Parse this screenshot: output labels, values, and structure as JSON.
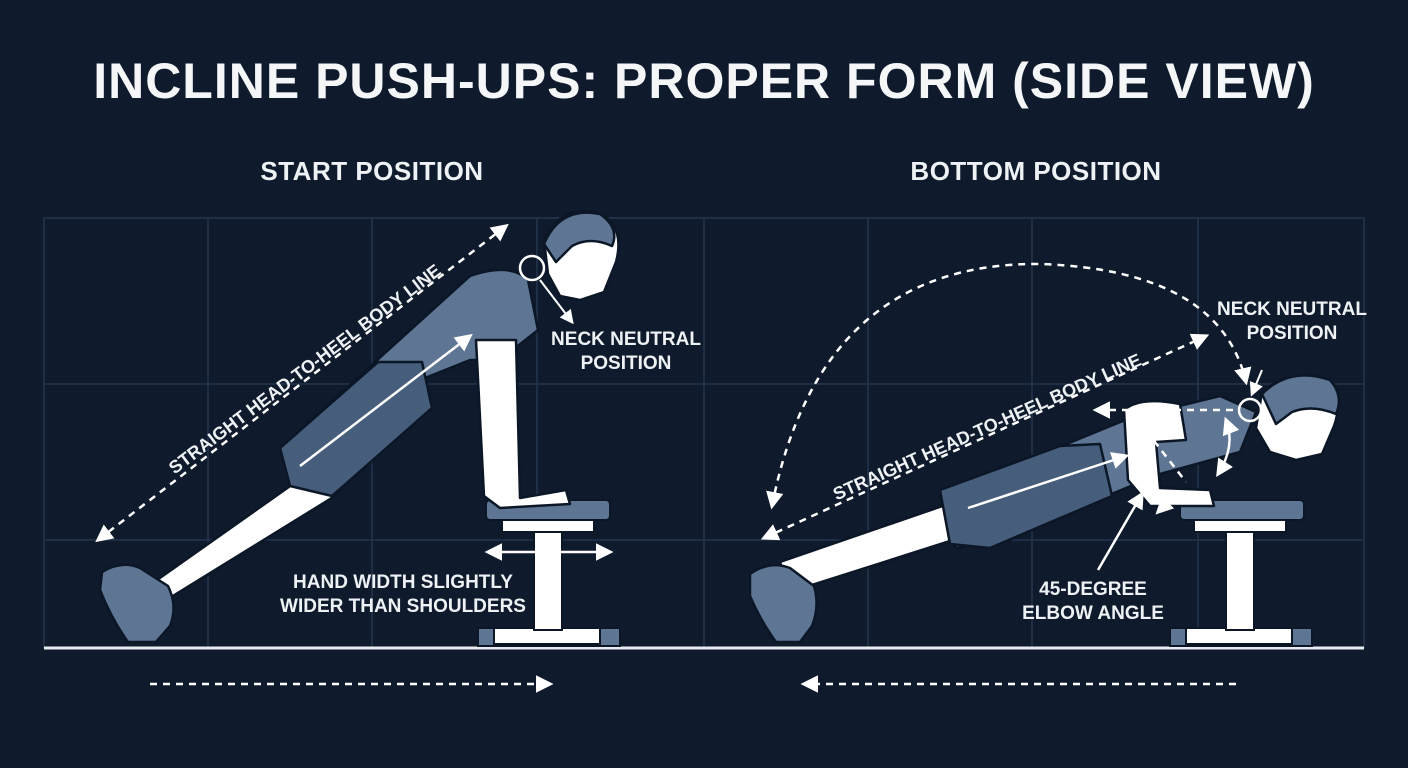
{
  "title": "INCLINE PUSH-UPS: PROPER FORM (SIDE VIEW)",
  "panels": {
    "start": {
      "heading": "START POSITION",
      "body_line_label": "STRAIGHT HEAD-TO-HEEL BODY LINE",
      "neck_label": [
        "NECK NEUTRAL",
        "POSITION"
      ],
      "hand_width_label": [
        "HAND WIDTH SLIGHTLY",
        "WIDER THAN SHOULDERS"
      ]
    },
    "bottom": {
      "heading": "BOTTOM POSITION",
      "body_line_label": "STRAIGHT HEAD-TO-HEEL BODY LINE",
      "neck_label": [
        "NECK NEUTRAL",
        "POSITION"
      ],
      "elbow_label": [
        "45-DEGREE",
        "ELBOW ANGLE"
      ]
    }
  },
  "colors": {
    "background": "#0f1b2d",
    "figure": "#5e7594",
    "figure_dark": "#465d7c",
    "skin": "#ffffff",
    "outline": "#0b1626",
    "grid": "#24344c",
    "arrow": "#ffffff"
  }
}
